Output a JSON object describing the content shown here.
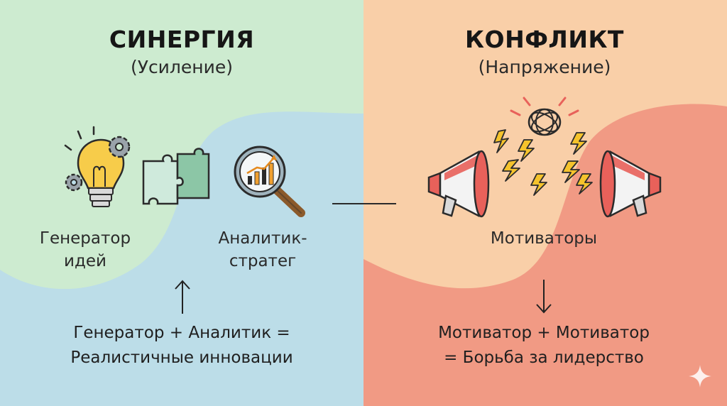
{
  "left": {
    "title": "СИНЕРГИЯ",
    "subtitle": "(Усиление)",
    "item1": {
      "line1": "Генератор",
      "line2": "идей"
    },
    "item2": {
      "line1": "Аналитик-",
      "line2": "стратег"
    },
    "formula": {
      "line1": "Генератор + Аналитик =",
      "line2": "Реалистичные инновации"
    }
  },
  "right": {
    "title": "КОНФЛИКТ",
    "subtitle": "(Напряжение)",
    "item": "Мотиваторы",
    "formula": {
      "line1": "Мотиватор + Мотиватор",
      "line2": "= Борьба за лидерство"
    }
  },
  "colors": {
    "synergy_green": "#cdebd0",
    "synergy_blue": "#bcdde8",
    "conflict_peach": "#f9cfa8",
    "conflict_coral": "#f19a84",
    "megaphone_red": "#e8615a",
    "lightning_yellow": "#f5c32c"
  },
  "icons": [
    "lightbulb-icon",
    "gear-icon",
    "puzzle-icon",
    "magnifier-chart-icon",
    "megaphone-icon",
    "lightning-icon",
    "tangled-ball-icon",
    "sparkle-icon"
  ]
}
